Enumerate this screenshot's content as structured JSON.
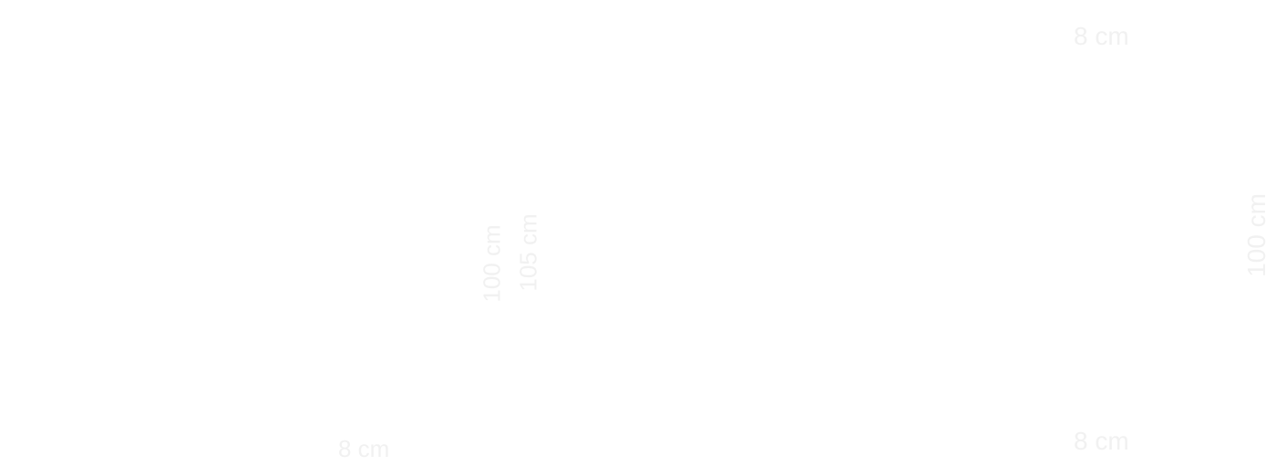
{
  "diagram": {
    "label_color": "#f1f1f1",
    "background": "#ffffff",
    "left_object": {
      "bottom_width_label": "8 cm",
      "inner_height_label": "100 cm",
      "outer_height_label": "105 cm"
    },
    "right_object": {
      "top_width_label": "8 cm",
      "bottom_width_label": "8 cm",
      "height_label": "100 cm"
    }
  }
}
